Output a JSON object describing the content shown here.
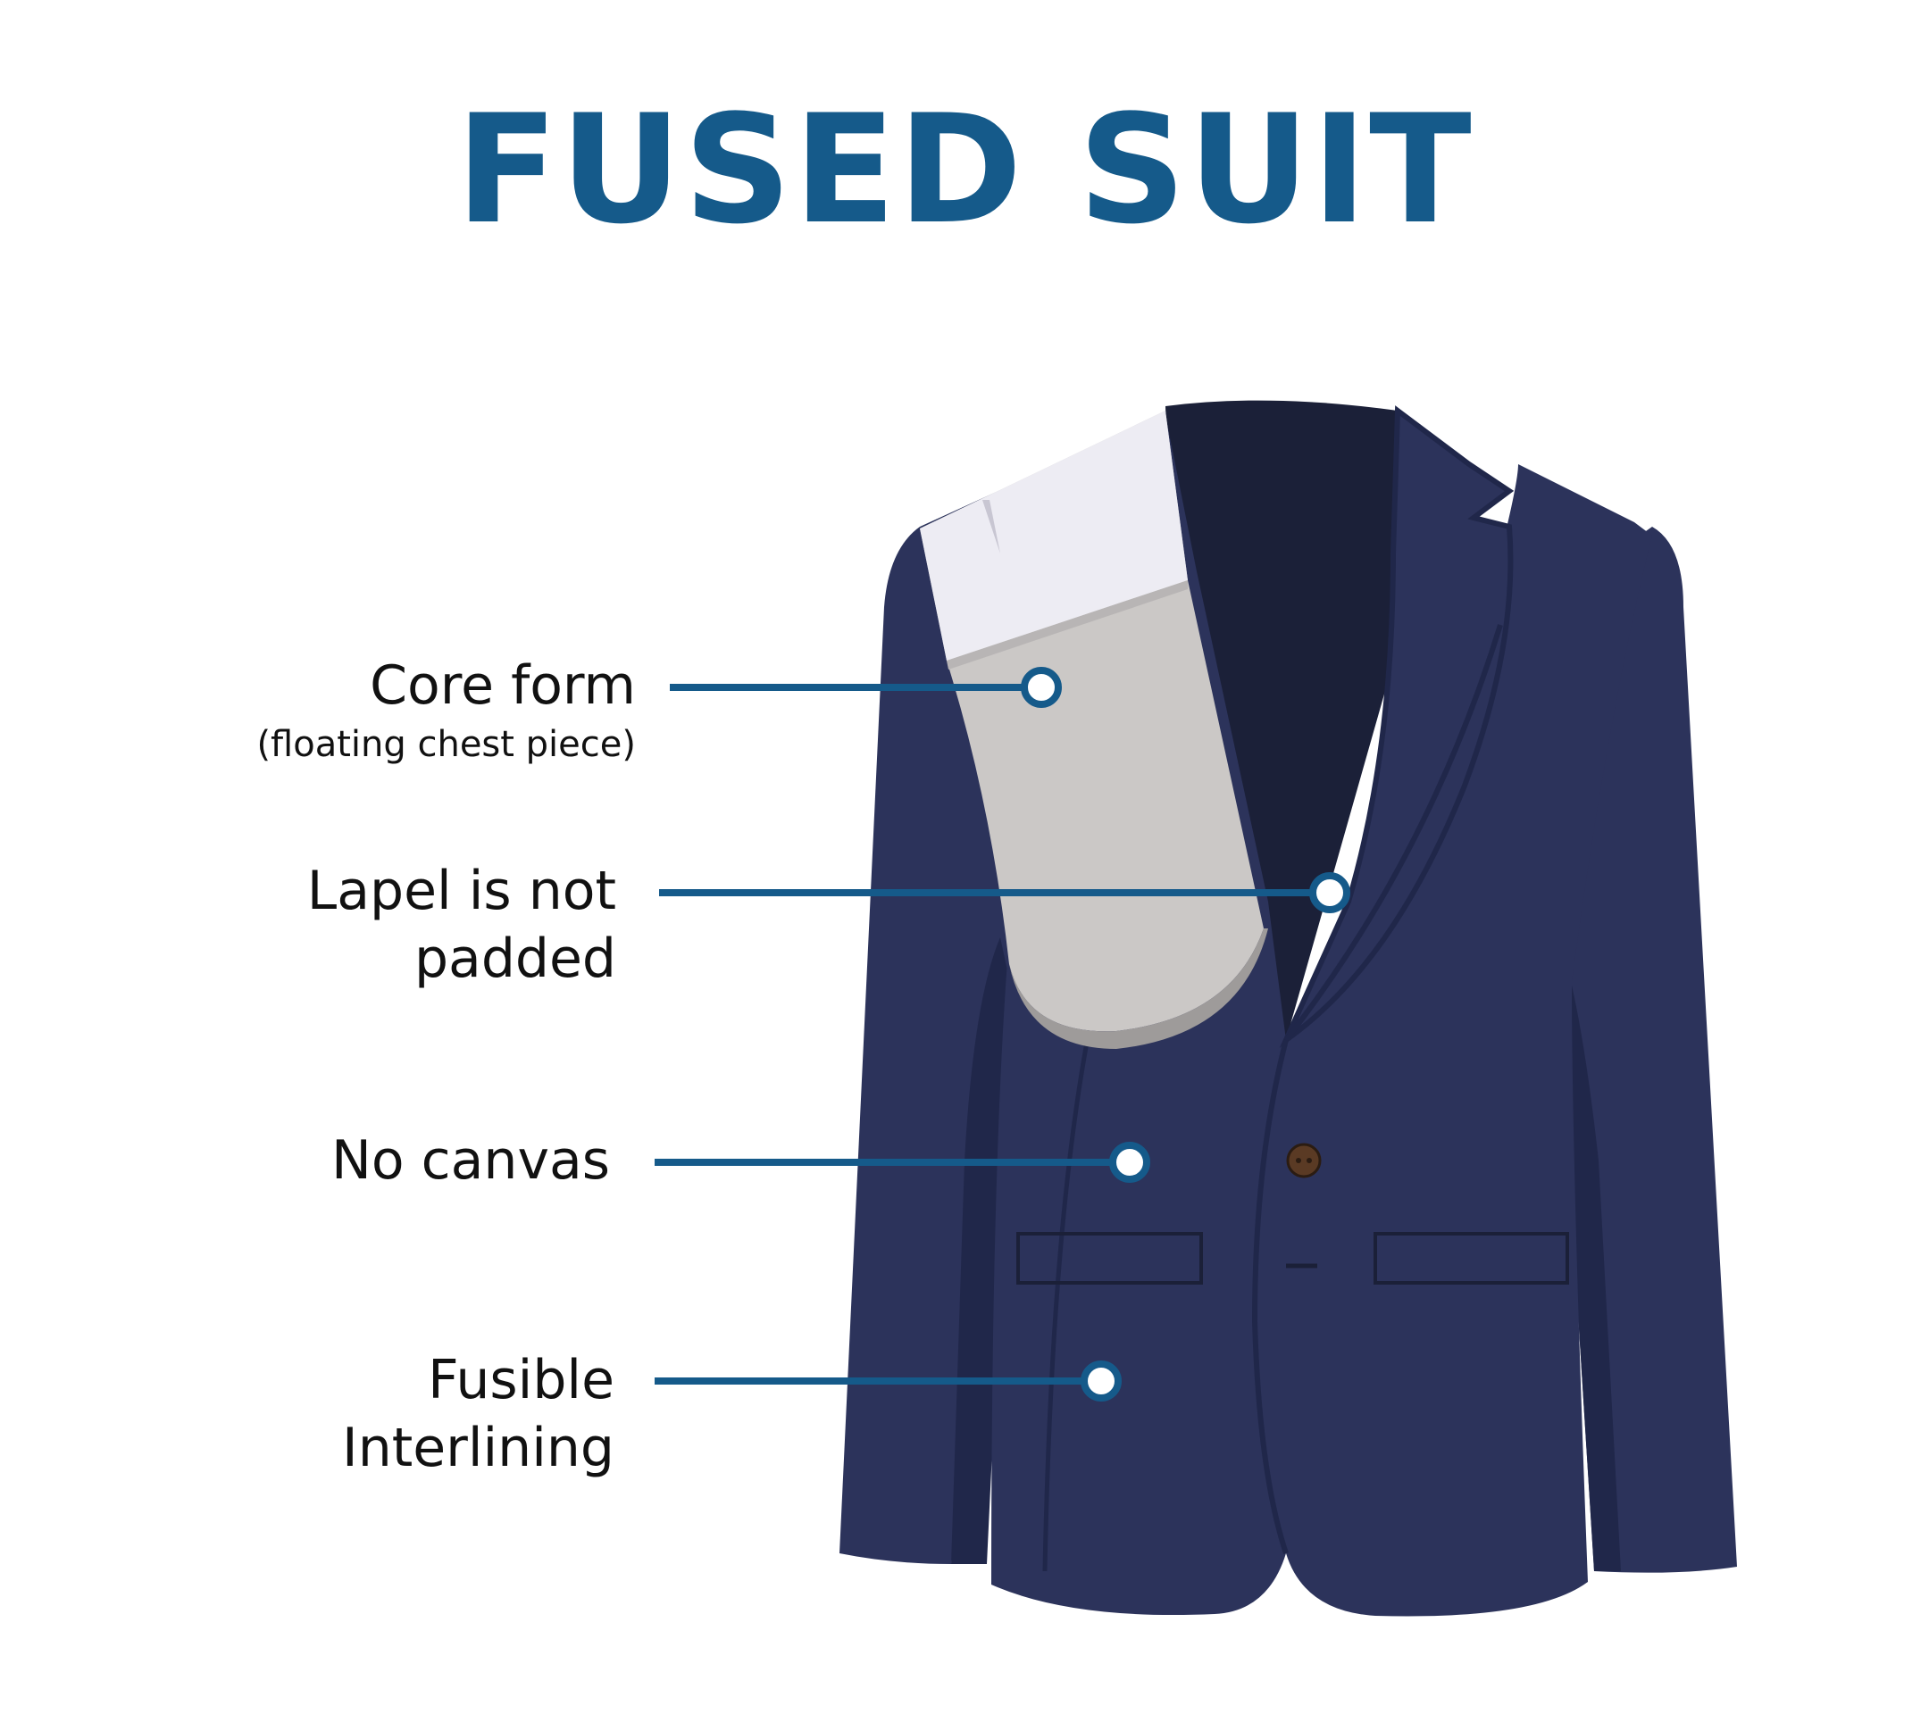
{
  "title": "FUSED SUIT",
  "colors": {
    "title": "#155a8a",
    "leader_line": "#155a8a",
    "jacket": "#2c335b",
    "jacket_shadow": "#20274a",
    "collar_inner": "#1b2038",
    "chest_piece": "#cbc8c6",
    "shoulder_padding": "#edecf3",
    "button": "#5a3a24"
  },
  "callouts": [
    {
      "id": "core-form",
      "lines": [
        "Core form"
      ],
      "note": "(floating chest piece)"
    },
    {
      "id": "lapel",
      "lines": [
        "Lapel is not",
        "padded"
      ]
    },
    {
      "id": "no-canvas",
      "lines": [
        "No canvas"
      ]
    },
    {
      "id": "interlining",
      "lines": [
        "Fusible",
        "Interlining"
      ]
    }
  ]
}
